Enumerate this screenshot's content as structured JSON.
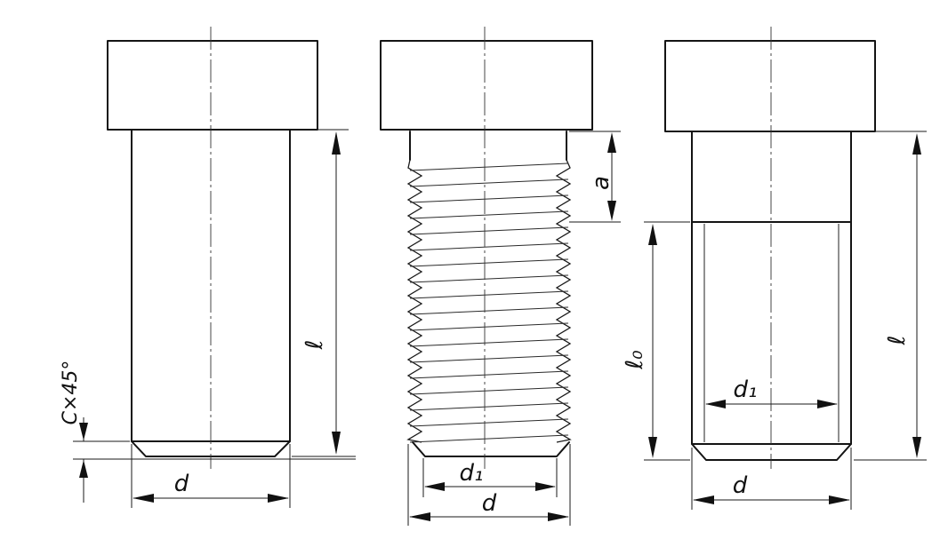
{
  "figures": [
    {
      "name": "plain-bolt",
      "labels": {
        "length": "ℓ",
        "diameter": "d",
        "chamfer": "C×45°"
      }
    },
    {
      "name": "threaded-bolt",
      "labels": {
        "runout": "a",
        "minor_diameter": "d₁",
        "diameter": "d"
      }
    },
    {
      "name": "partially-turned-bolt",
      "labels": {
        "length": "ℓ",
        "turned_length": "ℓ₀",
        "minor_diameter": "d₁",
        "diameter": "d"
      }
    }
  ]
}
